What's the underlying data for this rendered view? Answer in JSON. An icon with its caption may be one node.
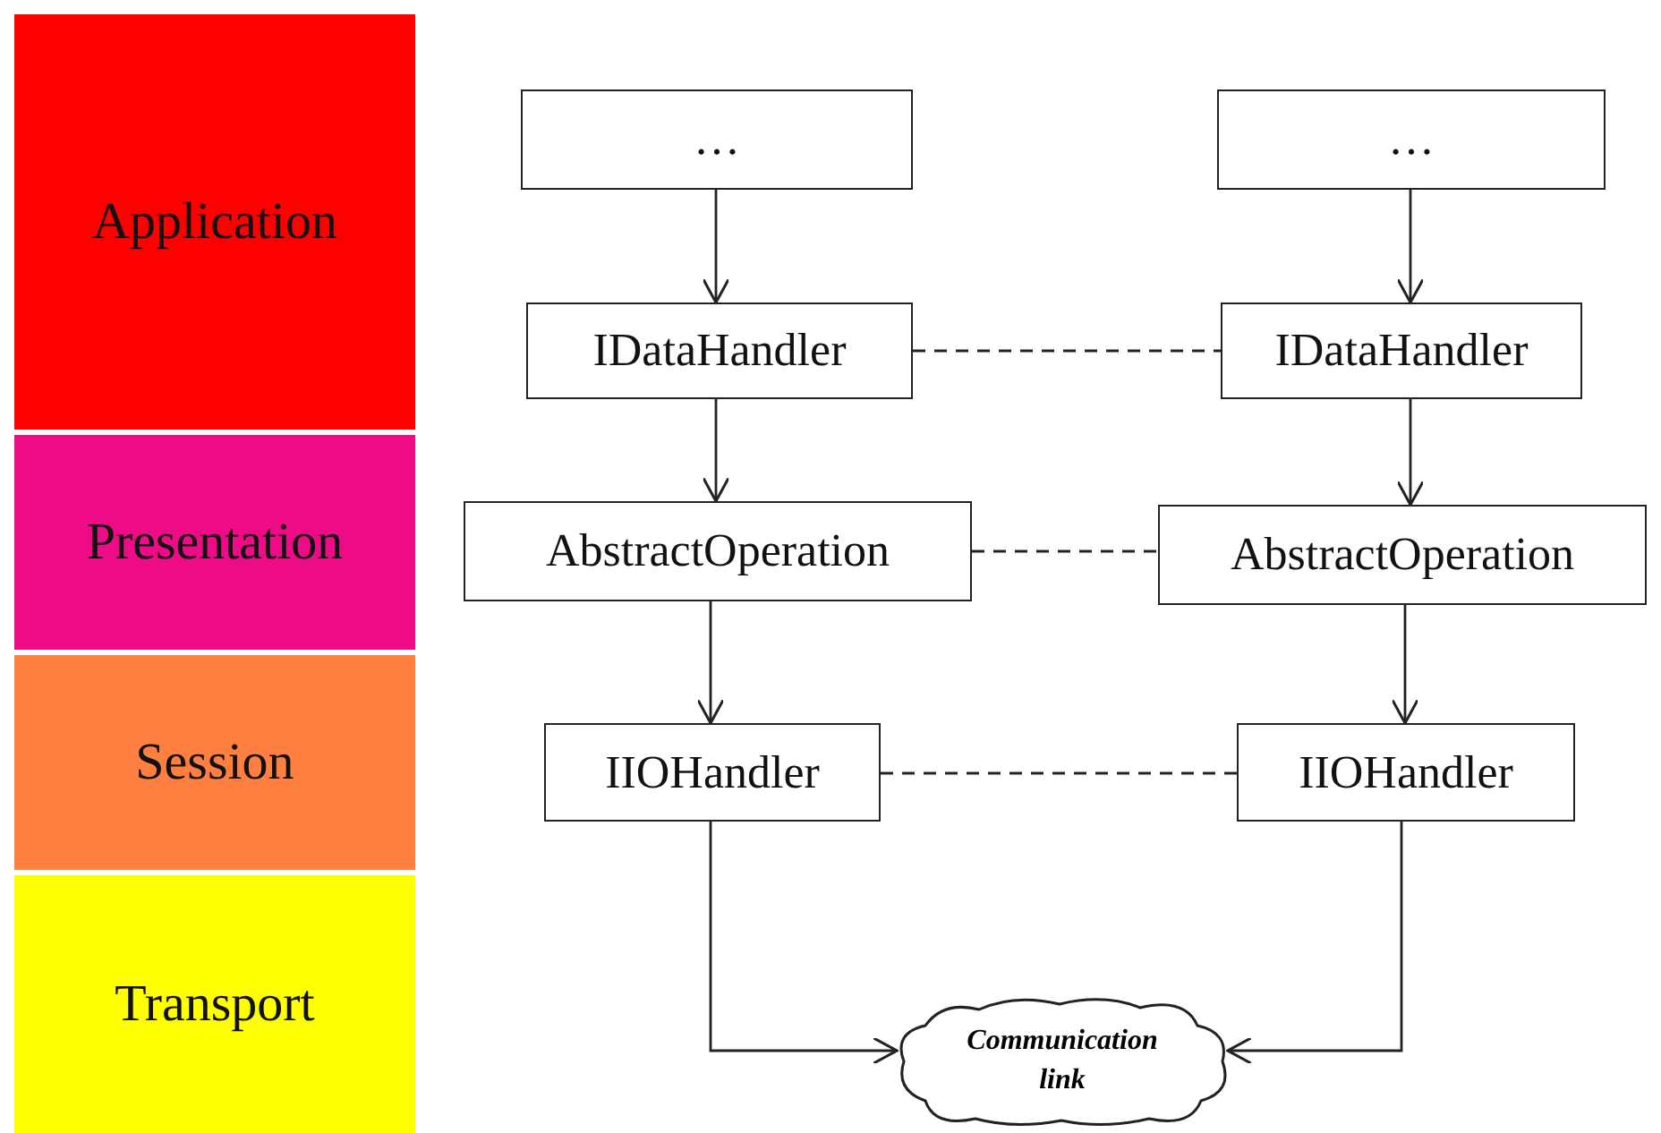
{
  "diagram": {
    "nodes": [
      {
        "text": [
          "Application"
        ]
      },
      {
        "text": [
          "Presentation"
        ]
      },
      {
        "text": [
          "Session"
        ]
      },
      {
        "text": [
          "Transport"
        ]
      },
      {
        "text": [
          "…"
        ]
      },
      {
        "text": [
          "…"
        ]
      },
      {
        "text": [
          "IDataHandler"
        ]
      },
      {
        "text": [
          "IDataHandler"
        ]
      },
      {
        "text": [
          "AbstractOperation"
        ]
      },
      {
        "text": [
          "AbstractOperation"
        ]
      },
      {
        "text": [
          "IIOHandler"
        ]
      },
      {
        "text": [
          "IIOHandler"
        ]
      },
      {
        "text": [
          "Communication link"
        ]
      }
    ],
    "edges": [
      {
        "from": 4,
        "to": 6,
        "arrow": "to"
      },
      {
        "from": 5,
        "to": 7,
        "arrow": "to"
      },
      {
        "from": 6,
        "to": 7,
        "arrow": "none",
        "style": "dashed"
      },
      {
        "from": 6,
        "to": 8,
        "arrow": "to"
      },
      {
        "from": 7,
        "to": 9,
        "arrow": "to"
      },
      {
        "from": 8,
        "to": 9,
        "arrow": "none",
        "style": "dashed"
      },
      {
        "from": 8,
        "to": 10,
        "arrow": "to"
      },
      {
        "from": 9,
        "to": 11,
        "arrow": "to"
      },
      {
        "from": 10,
        "to": 11,
        "arrow": "none",
        "style": "dashed"
      },
      {
        "from": 10,
        "to": 12,
        "arrow": "to"
      },
      {
        "from": 11,
        "to": 12,
        "arrow": "to"
      }
    ]
  }
}
